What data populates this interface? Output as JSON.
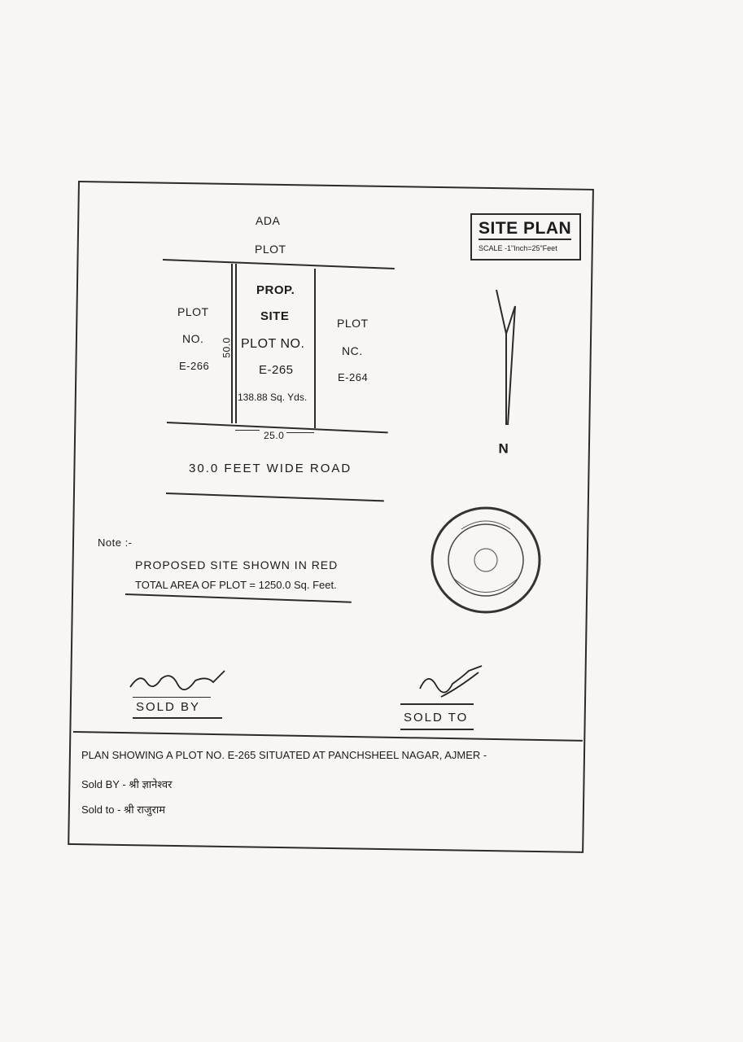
{
  "plan": {
    "title": "SITE PLAN",
    "scale": "SCALE -1\"Inch=25\"Feet",
    "north_label": "N",
    "top_neighbor": [
      "ADA",
      "PLOT"
    ],
    "left_plot": [
      "PLOT",
      "NO.",
      "E-266"
    ],
    "right_plot": [
      "PLOT",
      "NC.",
      "E-264"
    ],
    "prop_site": [
      "PROP.",
      "SITE",
      "PLOT NO.",
      "E-265",
      "138.88 Sq. Yds."
    ],
    "dim_depth": "50.0",
    "dim_width": "25.0",
    "road": "30.0  FEET WIDE ROAD"
  },
  "note": {
    "label": "Note :-",
    "line1": "PROPOSED SITE SHOWN IN RED",
    "line2": "TOTAL AREA OF PLOT = 1250.0 Sq. Feet."
  },
  "signatures": {
    "sold_by": "SOLD BY",
    "sold_to": "SOLD TO"
  },
  "footer": {
    "description": "PLAN SHOWING A PLOT NO. E-265 SITUATED AT PANCHSHEEL NAGAR, AJMER -",
    "sold_by": "Sold BY - श्री ज्ञानेश्वर",
    "sold_to": "Sold to  - श्री राजुराम"
  }
}
